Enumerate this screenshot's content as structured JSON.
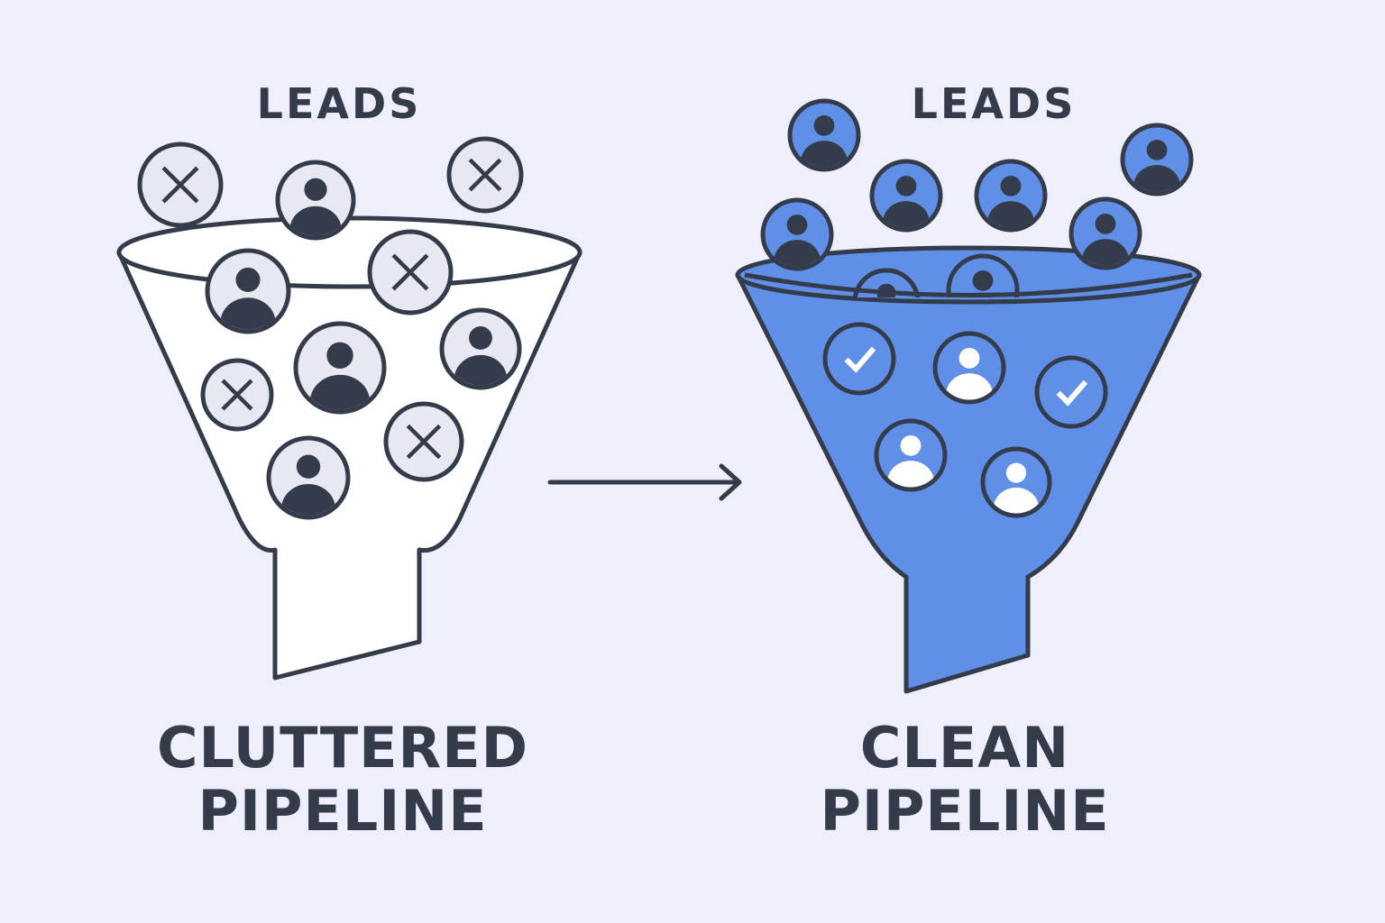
{
  "colors": {
    "background": "#efeffb",
    "ink": "#343b4a",
    "funnel_left_fill": "#ffffff",
    "token_left_fill": "#e8e8f2",
    "funnel_right_fill": "#5f8fe6",
    "token_right_icon_white": "#ffffff"
  },
  "left": {
    "leads_label": "LEADS",
    "title_line1": "CLUTTERED",
    "title_line2": "PIPELINE",
    "tokens_outside": [
      {
        "type": "reject"
      },
      {
        "type": "person"
      },
      {
        "type": "reject"
      }
    ],
    "tokens_inside": [
      {
        "type": "person"
      },
      {
        "type": "reject"
      },
      {
        "type": "person"
      },
      {
        "type": "person"
      },
      {
        "type": "reject"
      },
      {
        "type": "reject"
      },
      {
        "type": "person"
      }
    ]
  },
  "arrow": {
    "direction": "right"
  },
  "right": {
    "leads_label": "LEADS",
    "title_line1": "CLEAN",
    "title_line2": "PIPELINE",
    "tokens_outside": [
      {
        "type": "person"
      },
      {
        "type": "person"
      },
      {
        "type": "person"
      },
      {
        "type": "person"
      },
      {
        "type": "person"
      },
      {
        "type": "person"
      }
    ],
    "tokens_in_rim": [
      {
        "type": "person"
      },
      {
        "type": "person"
      }
    ],
    "tokens_inside": [
      {
        "type": "check"
      },
      {
        "type": "person"
      },
      {
        "type": "check"
      },
      {
        "type": "person"
      },
      {
        "type": "person"
      }
    ]
  }
}
